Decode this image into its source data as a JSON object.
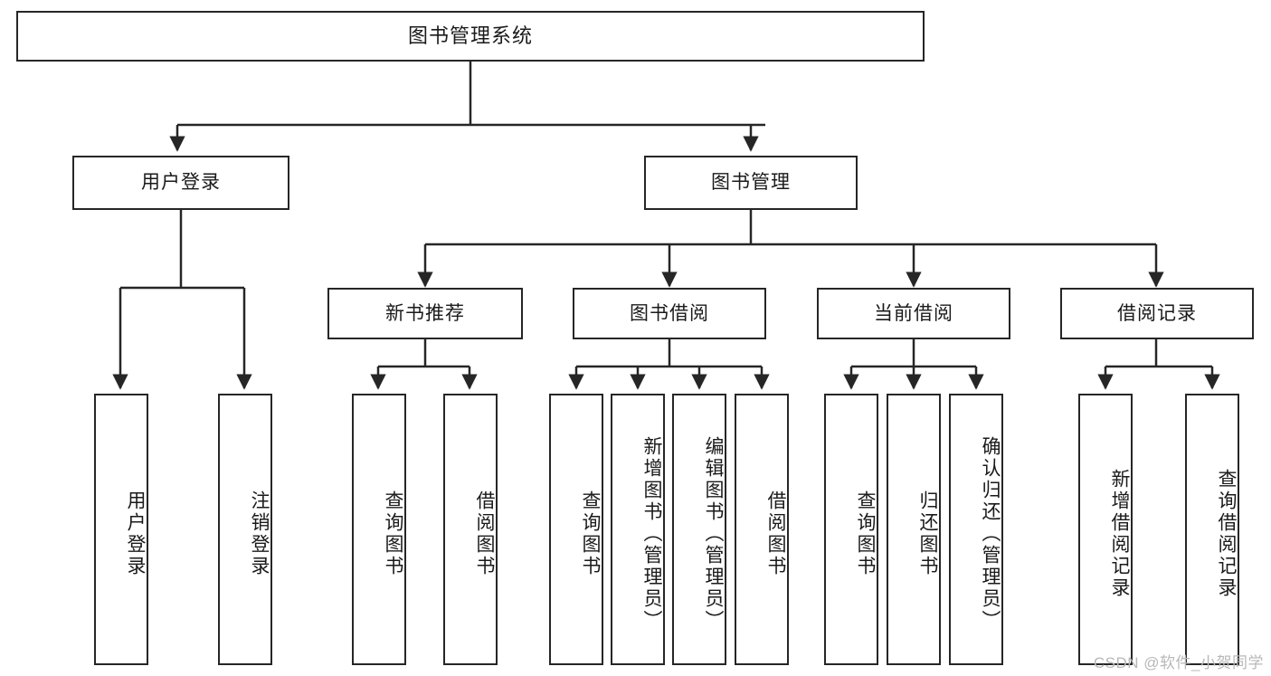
{
  "diagram": {
    "title_node": {
      "label": "图书管理系统"
    },
    "level1": [
      {
        "id": "user-login",
        "label": "用户登录"
      },
      {
        "id": "book-management",
        "label": "图书管理"
      }
    ],
    "level2": [
      {
        "id": "new-book-recommend",
        "label": "新书推荐"
      },
      {
        "id": "book-borrow",
        "label": "图书借阅"
      },
      {
        "id": "current-borrow",
        "label": "当前借阅"
      },
      {
        "id": "borrow-record",
        "label": "借阅记录"
      }
    ],
    "leaves": {
      "user_login": [
        {
          "id": "leaf-user-login",
          "label": "用户登录"
        },
        {
          "id": "leaf-logout-login",
          "label": "注销登录"
        }
      ],
      "new_book_recommend": [
        {
          "id": "leaf-query-book-1",
          "label": "查询图书"
        },
        {
          "id": "leaf-borrow-book-1",
          "label": "借阅图书"
        }
      ],
      "book_borrow": [
        {
          "id": "leaf-query-book-2",
          "label": "查询图书"
        },
        {
          "id": "leaf-add-book",
          "label": "新增图书（管理员）"
        },
        {
          "id": "leaf-edit-book",
          "label": "编辑图书（管理员）"
        },
        {
          "id": "leaf-borrow-book-2",
          "label": "借阅图书"
        }
      ],
      "current_borrow": [
        {
          "id": "leaf-query-book-3",
          "label": "查询图书"
        },
        {
          "id": "leaf-return-book",
          "label": "归还图书"
        },
        {
          "id": "leaf-confirm-return",
          "label": "确认归还（管理员）"
        }
      ],
      "borrow_record": [
        {
          "id": "leaf-add-record",
          "label": "新增借阅记录"
        },
        {
          "id": "leaf-query-record",
          "label": "查询借阅记录"
        }
      ]
    },
    "watermark": {
      "text": "CSDN @软件_小贺同学"
    },
    "colors": {
      "stroke": "#262626",
      "background": "#ffffff",
      "text": "#1a1a1a",
      "watermark": "#b8b8b8"
    }
  }
}
